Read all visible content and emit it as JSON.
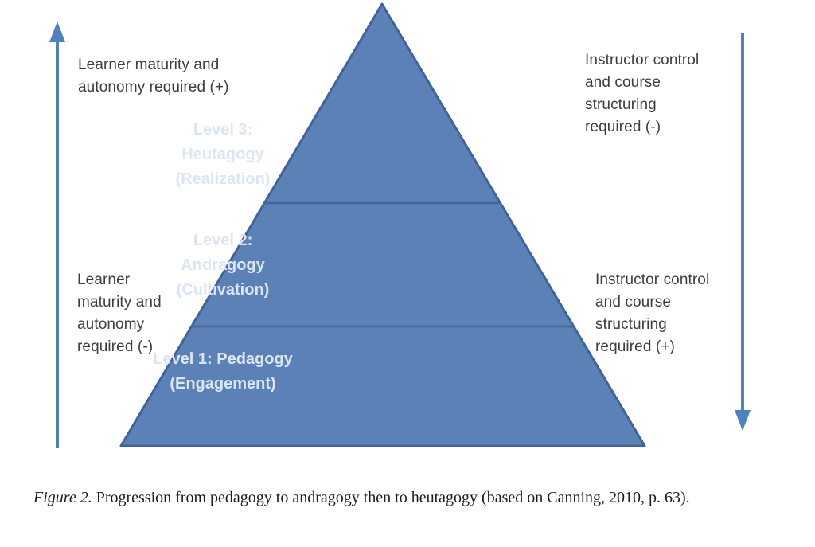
{
  "figure": {
    "type": "pyramid-diagram",
    "colors": {
      "pyramid_fill": "#5b81b7",
      "pyramid_border": "#41639b",
      "divider_line": "#44679b",
      "arrow": "#4f81bd",
      "side_label_text": "#3d3d3d",
      "level_label_text": "#dce6f2",
      "caption_text": "#1b1b1b",
      "background": "#ffffff"
    },
    "side_labels": {
      "top_left": "Learner maturity and\nautonomy required (+)",
      "bottom_left": "Learner\nmaturity and\nautonomy\nrequired (-)",
      "top_right": "Instructor control\nand course\nstructuring\nrequired (-)",
      "bottom_right": "Instructor control\nand course\nstructuring\nrequired (+)"
    },
    "arrows": {
      "left": {
        "icon": "up-arrow-icon",
        "direction": "up"
      },
      "right": {
        "icon": "down-arrow-icon",
        "direction": "down"
      }
    },
    "pyramid": {
      "levels": [
        {
          "rank": 3,
          "label": "Level 3:\nHeutagogy\n(Realization)"
        },
        {
          "rank": 2,
          "label": "Level 2:\nAndragogy\n(Cultivation)"
        },
        {
          "rank": 1,
          "label": "Level 1: Pedagogy\n(Engagement)"
        }
      ]
    },
    "caption": {
      "figure_label": "Figure 2.",
      "text": " Progression from pedagogy to andragogy then to heutagogy (based on Canning, 2010, p. 63)."
    }
  }
}
